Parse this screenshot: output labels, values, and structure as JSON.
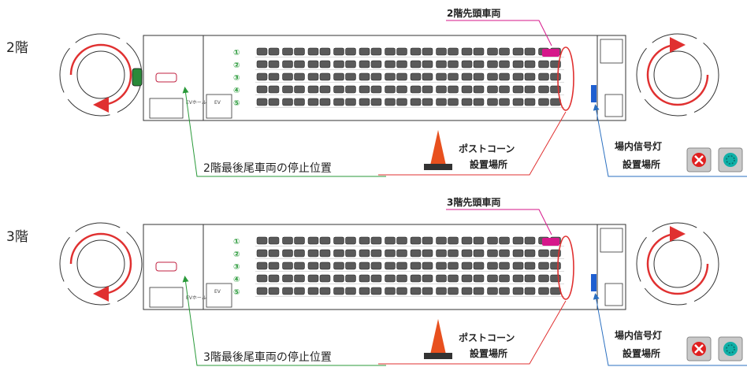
{
  "colors": {
    "ramp_arrow": "#e03030",
    "row_number": "#2a9a3a",
    "lead_car": "#d6168a",
    "cone_line": "#e03030",
    "signal_line": "#2a6fc0",
    "tail_line": "#2a9a3a",
    "signal_light": "#1f5fd0"
  },
  "floors": [
    {
      "id": "2f",
      "floor_label": "2階",
      "lead_vehicle_label": "2階先頭車両",
      "tail_vehicle_caption": "2階最後尾車両の停止位置",
      "cone_label_line1": "ポストコーン",
      "cone_label_line2": "設置場所",
      "signal_label_line1": "場内信号灯",
      "signal_label_line2": "設置場所",
      "row_numbers": [
        "①",
        "②",
        "③",
        "④",
        "⑤"
      ],
      "ev_label": "EV",
      "hall_label": "EVホール",
      "icons": [
        "stop-signal-icon",
        "go-signal-icon",
        "traffic-cone-icon"
      ]
    },
    {
      "id": "3f",
      "floor_label": "3階",
      "lead_vehicle_label": "3階先頭車両",
      "tail_vehicle_caption": "3階最後尾車両の停止位置",
      "cone_label_line1": "ポストコーン",
      "cone_label_line2": "設置場所",
      "signal_label_line1": "場内信号灯",
      "signal_label_line2": "設置場所",
      "row_numbers": [
        "①",
        "②",
        "③",
        "④",
        "⑤"
      ],
      "ev_label": "EV",
      "hall_label": "EVホール",
      "icons": [
        "stop-signal-icon",
        "go-signal-icon",
        "traffic-cone-icon"
      ]
    }
  ]
}
